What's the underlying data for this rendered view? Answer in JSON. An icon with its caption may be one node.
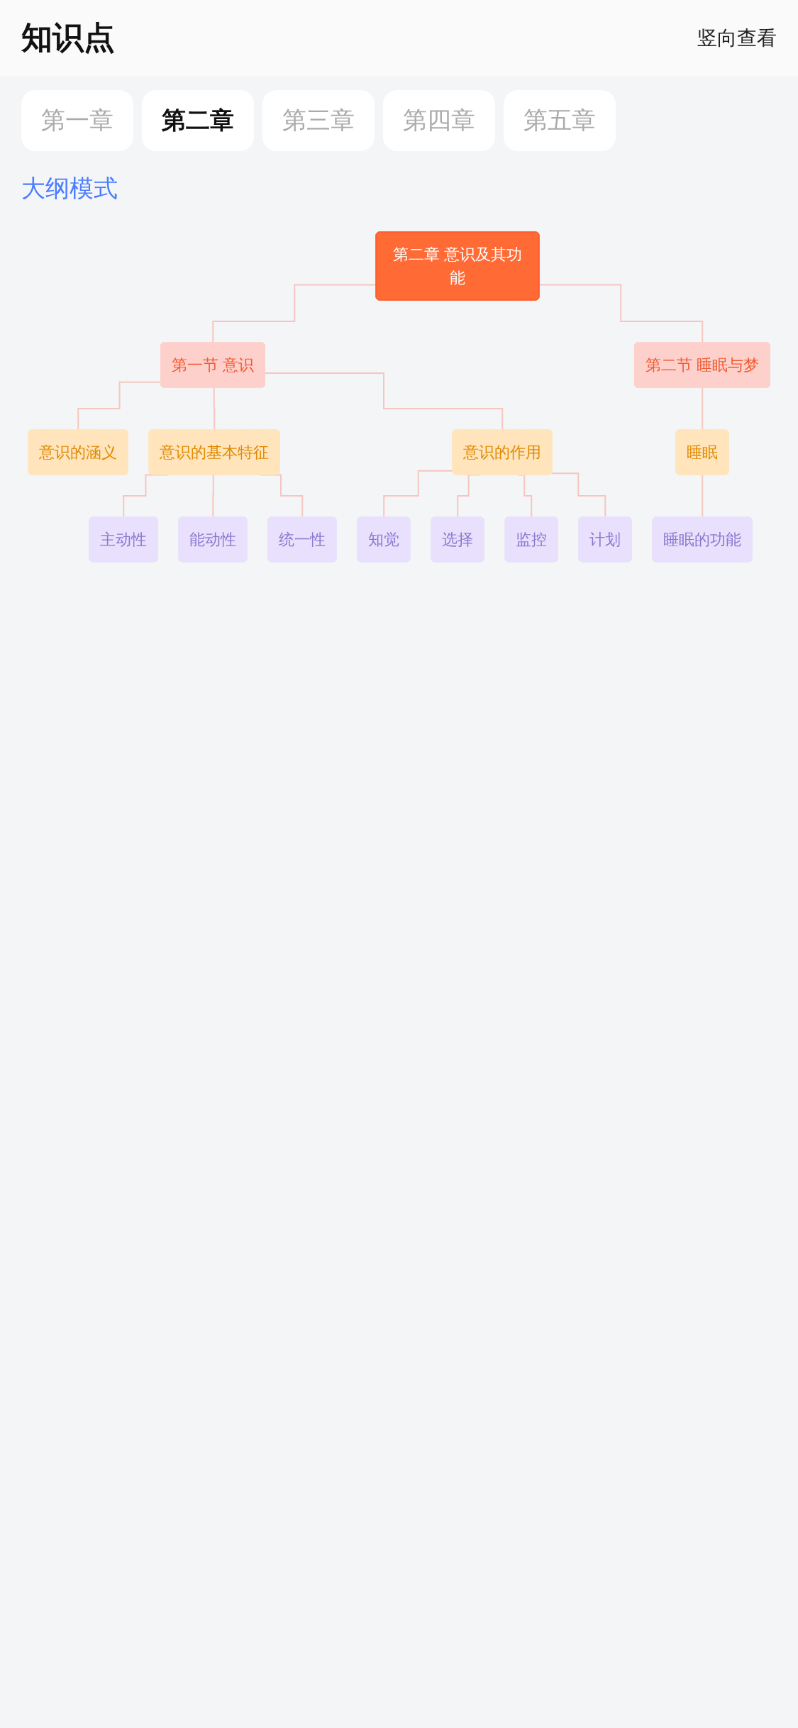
{
  "diagram": {
    "title": "知识点",
    "nodes": [
      {
        "text": [
          "第二章 意识及其功能"
        ]
      },
      {
        "text": [
          "第一节 意识"
        ]
      },
      {
        "text": [
          "第二节 睡眠与梦"
        ]
      },
      {
        "text": [
          "意识的涵义"
        ]
      },
      {
        "text": [
          "意识的基本特征"
        ]
      },
      {
        "text": [
          "意识的作用"
        ]
      },
      {
        "text": [
          "睡眠"
        ]
      },
      {
        "text": [
          "主动性"
        ]
      },
      {
        "text": [
          "能动性"
        ]
      },
      {
        "text": [
          "统一性"
        ]
      },
      {
        "text": [
          "知觉"
        ]
      },
      {
        "text": [
          "选择"
        ]
      },
      {
        "text": [
          "监控"
        ]
      },
      {
        "text": [
          "计划"
        ]
      },
      {
        "text": [
          "睡眠的功能"
        ]
      }
    ],
    "edges": [
      {
        "from": 0,
        "to": 1,
        "arrow": "none"
      },
      {
        "from": 0,
        "to": 2,
        "arrow": "none"
      },
      {
        "from": 1,
        "to": 3,
        "arrow": "none"
      },
      {
        "from": 1,
        "to": 4,
        "arrow": "none"
      },
      {
        "from": 1,
        "to": 5,
        "arrow": "none"
      },
      {
        "from": 2,
        "to": 6,
        "arrow": "none"
      },
      {
        "from": 4,
        "to": 7,
        "arrow": "none"
      },
      {
        "from": 4,
        "to": 8,
        "arrow": "none"
      },
      {
        "from": 4,
        "to": 9,
        "arrow": "none"
      },
      {
        "from": 5,
        "to": 10,
        "arrow": "none"
      },
      {
        "from": 5,
        "to": 11,
        "arrow": "none"
      },
      {
        "from": 5,
        "to": 12,
        "arrow": "none"
      },
      {
        "from": 5,
        "to": 13,
        "arrow": "none"
      },
      {
        "from": 6,
        "to": 14,
        "arrow": "none"
      }
    ],
    "labels": [
      "第一章",
      "第二章",
      "第三章",
      "第四章",
      "第五章",
      "竖向查看",
      "大纲模式"
    ]
  }
}
